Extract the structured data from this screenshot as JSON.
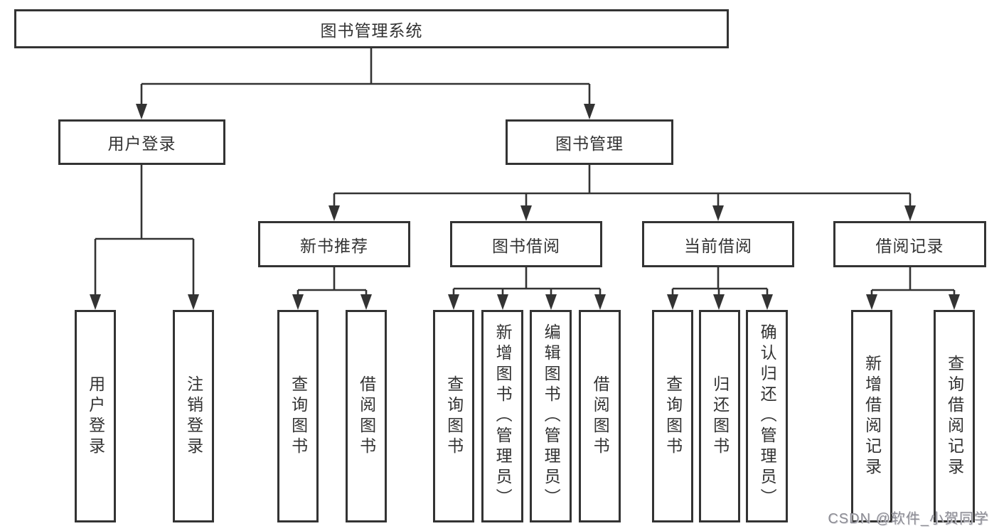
{
  "root": {
    "label": "图书管理系统"
  },
  "user_login": {
    "label": "用户登录",
    "children": [
      {
        "label": "用户登录"
      },
      {
        "label": "注销登录"
      }
    ]
  },
  "book_mgmt": {
    "label": "图书管理",
    "sections": [
      {
        "label": "新书推荐",
        "children": [
          {
            "label": "查询图书"
          },
          {
            "label": "借阅图书"
          }
        ]
      },
      {
        "label": "图书借阅",
        "children": [
          {
            "label": "查询图书"
          },
          {
            "label": "新增图书（管理员）"
          },
          {
            "label": "编辑图书（管理员）"
          },
          {
            "label": "借阅图书"
          }
        ]
      },
      {
        "label": "当前借阅",
        "children": [
          {
            "label": "查询图书"
          },
          {
            "label": "归还图书"
          },
          {
            "label": "确认归还（管理员）"
          }
        ]
      },
      {
        "label": "借阅记录",
        "children": [
          {
            "label": "新增借阅记录"
          },
          {
            "label": "查询借阅记录"
          }
        ]
      }
    ]
  },
  "watermark": {
    "text": "CSDN @软件_小贺同学"
  },
  "colors": {
    "line": "#333333",
    "text": "#333333",
    "box_background": "#ffffff",
    "watermark": "#8d8d95",
    "background": "#ffffff"
  }
}
